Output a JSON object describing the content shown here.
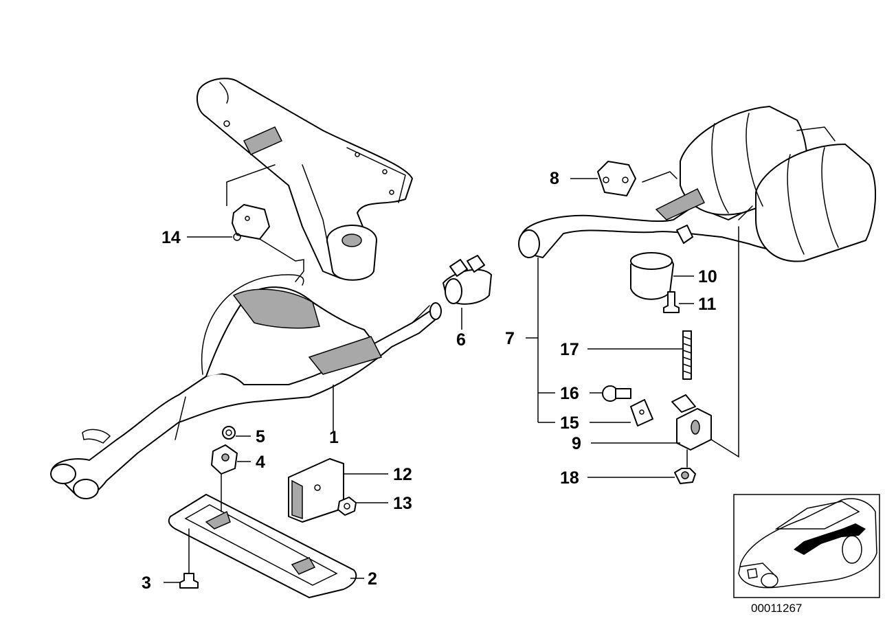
{
  "callouts": [
    {
      "num": "1"
    },
    {
      "num": "2"
    },
    {
      "num": "3"
    },
    {
      "num": "4"
    },
    {
      "num": "5"
    },
    {
      "num": "6"
    },
    {
      "num": "7"
    },
    {
      "num": "8"
    },
    {
      "num": "9"
    },
    {
      "num": "10"
    },
    {
      "num": "11"
    },
    {
      "num": "12"
    },
    {
      "num": "13"
    },
    {
      "num": "14"
    },
    {
      "num": "15"
    },
    {
      "num": "16"
    },
    {
      "num": "17"
    },
    {
      "num": "18"
    }
  ],
  "document_number": "00011267",
  "colors": {
    "line": "#000000",
    "shading": "#a8a8a8",
    "background": "#ffffff"
  }
}
